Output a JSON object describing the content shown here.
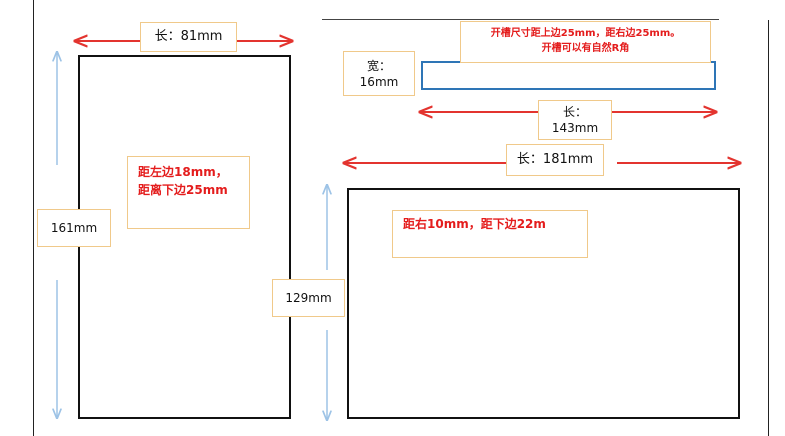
{
  "left_panel": {
    "width_label": "长：81mm",
    "height_label": "161mm",
    "note_line1": "距左边18mm，",
    "note_line2": "距离下边25mm"
  },
  "slot": {
    "width_label_line1": "宽：",
    "width_label_line2": "16mm",
    "length_label_line1": "长：",
    "length_label_line2": "143mm",
    "note_line1": "开槽尺寸距上边25mm，距右边25mm。",
    "note_line2": "开槽可以有自然R角"
  },
  "right_panel": {
    "width_label": "长：181mm",
    "height_label": "129mm",
    "note": "距右10mm，距下边22m"
  },
  "colors": {
    "arrow_red": "#e3342f",
    "arrow_blue": "#9dc3e6",
    "slot_blue": "#2e75b6",
    "note_red": "#e41c1c"
  }
}
